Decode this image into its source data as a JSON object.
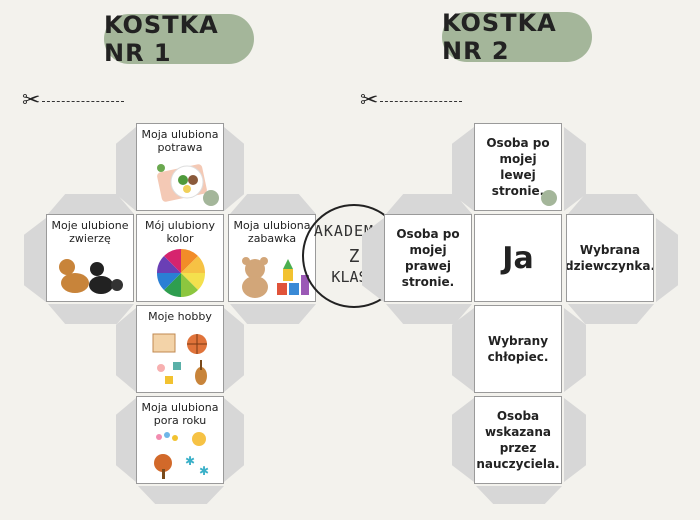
{
  "titles": {
    "cube1": "KOSTKA NR 1",
    "cube2": "KOSTKA NR 2"
  },
  "cube1": {
    "top": "Moja ulubiona potrawa",
    "left": "Moje ulubione zwierzę",
    "center": "Mój ulubiony kolor",
    "right": "Moja ulubiona zabawka",
    "below1": "Moje hobby",
    "below2": "Moja ulubiona pora roku"
  },
  "cube2": {
    "top": "Osoba po mojej lewej stronie.",
    "left": "Osoba po mojej prawej stronie.",
    "center": "Ja",
    "right": "Wybrana dziewczynka.",
    "below1": "Wybrany chłopiec.",
    "below2": "Osoba wskazana przez nauczyciela."
  },
  "logo": {
    "line1": "AKADEMIA",
    "line2": "Z",
    "line3": "KLASĄ"
  },
  "icons": {
    "scissors": "scissors-icon"
  },
  "colors": {
    "title_bg": "#a4b69a",
    "tab": "#d7d7d7",
    "background": "#f3f2ed"
  }
}
